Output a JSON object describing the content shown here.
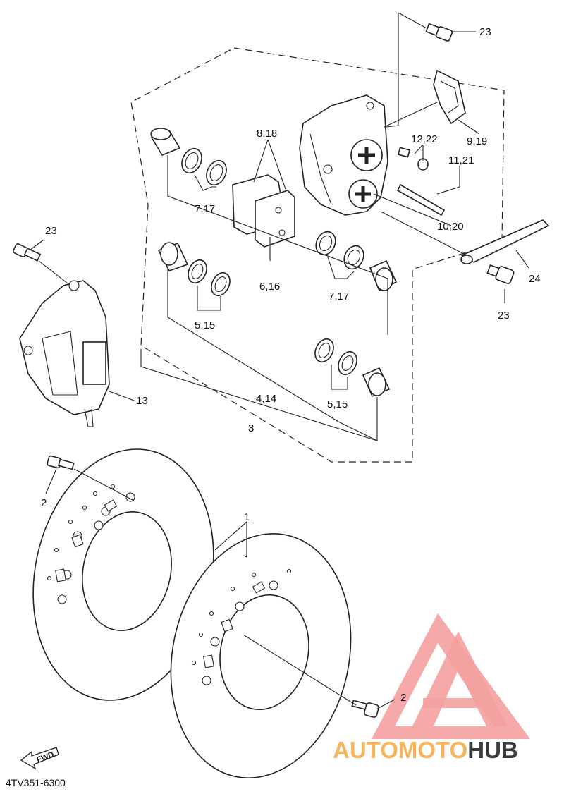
{
  "callouts": {
    "c23_top": "23",
    "c23_left": "23",
    "c23_bottom": "23",
    "c8_18": "8,18",
    "c12_22": "12,22",
    "c9_19": "9,19",
    "c11_21": "11,21",
    "c10_20": "10,20",
    "c7_17_left": "7,17",
    "c7_17_right": "7,17",
    "c6_16": "6,16",
    "c24": "24",
    "c5_15_left": "5,15",
    "c5_15_right": "5,15",
    "c4_14": "4,14",
    "c3": "3",
    "c13": "13",
    "c2_left": "2",
    "c2_right": "2",
    "c1": "1"
  },
  "fwd_label": "FWD",
  "diagram_code": "4TV351-6300",
  "watermark": {
    "part1": "AUTOMOTO",
    "part2": "HUB",
    "color_triangle": "#f4a0a0",
    "color_text_orange": "#f6b55c",
    "color_text_dark": "#3a3a3a"
  }
}
